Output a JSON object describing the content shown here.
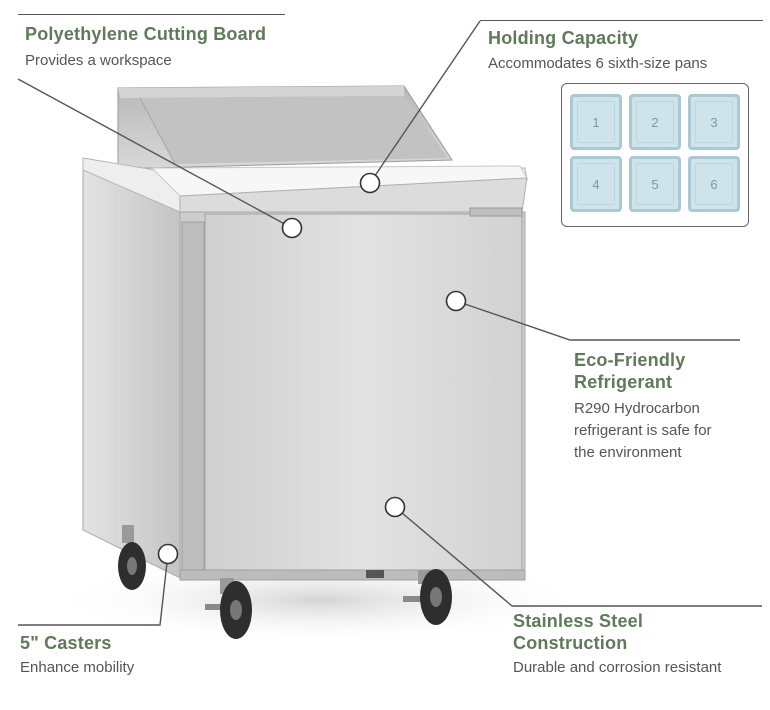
{
  "callouts": {
    "cutting_board": {
      "title": "Polyethylene Cutting Board",
      "desc": "Provides a workspace"
    },
    "holding_capacity": {
      "title": "Holding Capacity",
      "desc": "Accommodates 6 sixth-size pans"
    },
    "refrigerant": {
      "title_line1": "Eco-Friendly",
      "title_line2": "Refrigerant",
      "desc_line1": "R290 Hydrocarbon",
      "desc_line2": "refrigerant is safe for",
      "desc_line3": "the environment"
    },
    "casters": {
      "title": "5\" Casters",
      "desc": "Enhance mobility"
    },
    "construction": {
      "title_line1": "Stainless Steel",
      "title_line2": "Construction",
      "desc": "Durable and corrosion resistant"
    }
  },
  "pans": [
    "1",
    "2",
    "3",
    "4",
    "5",
    "6"
  ],
  "colors": {
    "title_green": "#5e7a58",
    "desc_gray": "#555555",
    "pan_fill": "#cfe3ea",
    "pan_border": "#a9c9d5",
    "steel_light": "#e4e4e4",
    "steel_mid": "#c9c9c9",
    "steel_dark": "#a8a8a8"
  }
}
